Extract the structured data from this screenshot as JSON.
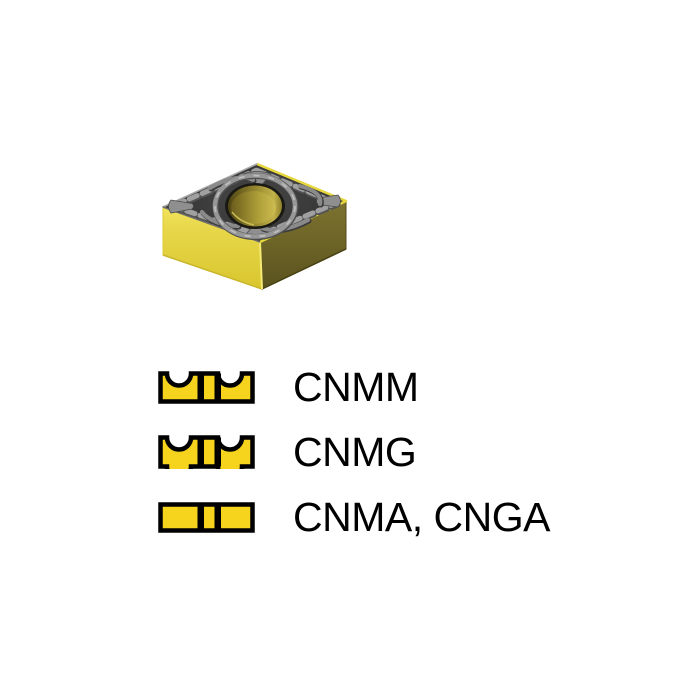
{
  "figure": {
    "alt": "Rhombic turning insert with chipbreaker top face and center hole",
    "colors": {
      "background": "#FFFFFF",
      "insert_body_yellow": "#E8D74A",
      "insert_side_olive_shadow": "#6E6426",
      "insert_top_gray": "#303030",
      "chipbreaker_gray": "#9A9A9A",
      "hole_brass": "#B3A33C"
    }
  },
  "legend": {
    "icon_color": "#F6D31C",
    "outline_color": "#000000",
    "text_color": "#000000",
    "rows": [
      {
        "label": "CNMM",
        "icon": "profile-chipbreaker-top-side-icon"
      },
      {
        "label": "CNMG",
        "icon": "profile-chipbreaker-both-sides-icon"
      },
      {
        "label": "CNMA, CNGA",
        "icon": "profile-flat-no-chipbreaker-icon"
      }
    ]
  }
}
